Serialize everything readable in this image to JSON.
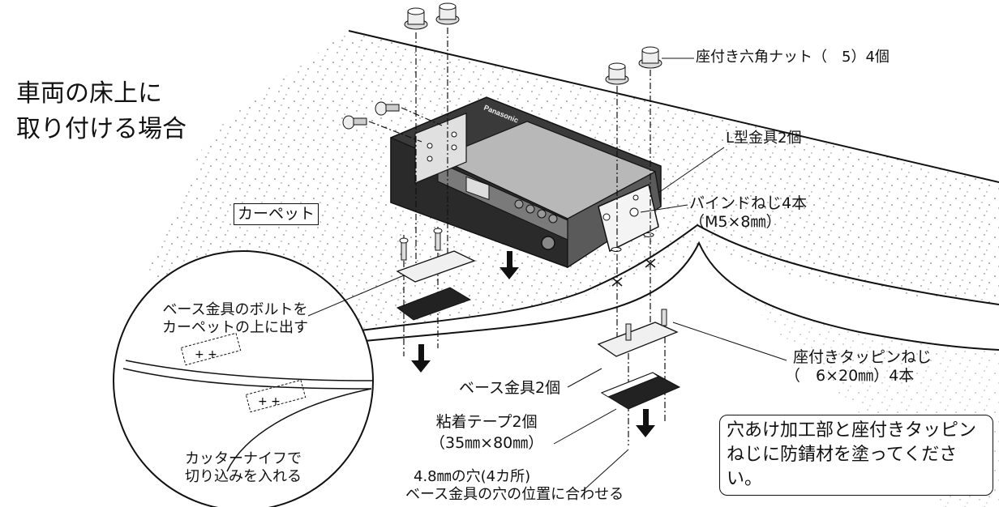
{
  "title_line1": "車両の床上に",
  "title_line2": "取り付ける場合",
  "labels": {
    "flange_nut": "座付き六角ナット（　5）4個",
    "l_bracket": "L型金具2個",
    "bind_screw_line1": "バインドねじ4本",
    "bind_screw_line2": "（M5×8㎜）",
    "carpet": "カーペット",
    "tapping_screw_line1": "座付きタッピンねじ",
    "tapping_screw_line2": "（　6×20㎜）4本",
    "base_bracket": "ベース金具2個",
    "adhesive_tape_line1": "粘着テープ2個",
    "adhesive_tape_line2": "（35㎜×80㎜）",
    "hole_line1": "4.8㎜の穴(4カ所)",
    "hole_line2": "ベース金具の穴の位置に合わせる",
    "inset_top_line1": "ベース金具のボルトを",
    "inset_top_line2": "カーペットの上に出す",
    "inset_bottom_line1": "カッターナイフで",
    "inset_bottom_line2": "切り込みを入れる",
    "brand": "Panasonic"
  },
  "note_line1": "穴あけ加工部と座付きタッピン",
  "note_line2": "ねじに防錆材を塗ってください。",
  "colors": {
    "line": "#111111",
    "unit_dark": "#3a3a3a",
    "unit_mid": "#7a7a7a",
    "unit_light": "#b8b8b8"
  }
}
